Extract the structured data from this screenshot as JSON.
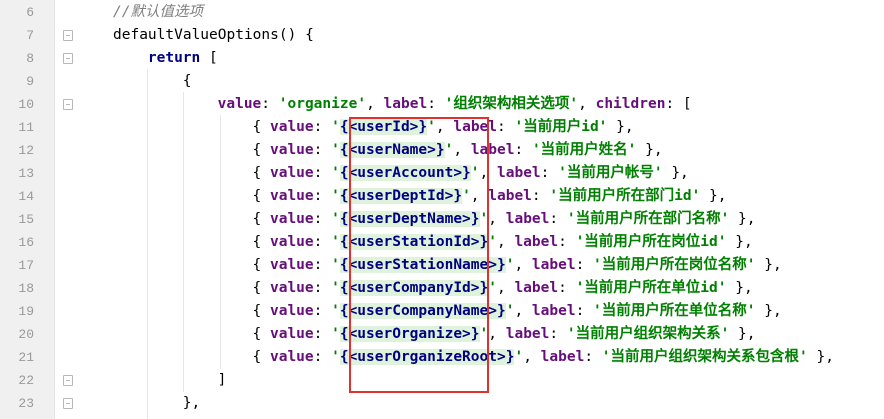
{
  "editor": {
    "line_numbers": [
      "6",
      "7",
      "8",
      "9",
      "10",
      "11",
      "12",
      "13",
      "14",
      "15",
      "16",
      "17",
      "18",
      "19",
      "20",
      "21",
      "22",
      "23"
    ],
    "comment": "//默认值选项",
    "method_name": "defaultValueOptions",
    "method_sig_tail": "() {",
    "return_kw": "return",
    "open_bracket": "[",
    "open_brace": "{",
    "close_bracket": "]",
    "close_brace_comma": "},",
    "group": {
      "value_key": "value",
      "value": "'organize'",
      "label_key": "label",
      "label": "'组织架构相关选项'",
      "children_key": "children",
      "children_open": "["
    },
    "children": [
      {
        "placeholder": "{<userId>}",
        "label": "'当前用户id'"
      },
      {
        "placeholder": "{<userName>}",
        "label": "'当前用户姓名'"
      },
      {
        "placeholder": "{<userAccount>}",
        "label": "'当前用户帐号'"
      },
      {
        "placeholder": "{<userDeptId>}",
        "label": "'当前用户所在部门id'"
      },
      {
        "placeholder": "{<userDeptName>}",
        "label": "'当前用户所在部门名称'"
      },
      {
        "placeholder": "{<userStationId>}",
        "label": "'当前用户所在岗位id'"
      },
      {
        "placeholder": "{<userStationName>}",
        "label": "'当前用户所在岗位名称'"
      },
      {
        "placeholder": "{<userCompanyId>}",
        "label": "'当前用户所在单位id'"
      },
      {
        "placeholder": "{<userCompanyName>}",
        "label": "'当前用户所在单位名称'"
      },
      {
        "placeholder": "{<userOrganize>}",
        "label": "'当前用户组织架构关系'"
      },
      {
        "placeholder": "{<userOrganizeRoot>}",
        "label": "'当前用户组织架构关系包含根'"
      }
    ],
    "item_open": "{",
    "item_close": "},",
    "quote": "'",
    "colon": ":",
    "comma": ","
  },
  "colors": {
    "comment": "#808080",
    "keyword": "#000080",
    "property": "#660e7a",
    "string": "#008000",
    "highlight_box": "#e03030"
  }
}
